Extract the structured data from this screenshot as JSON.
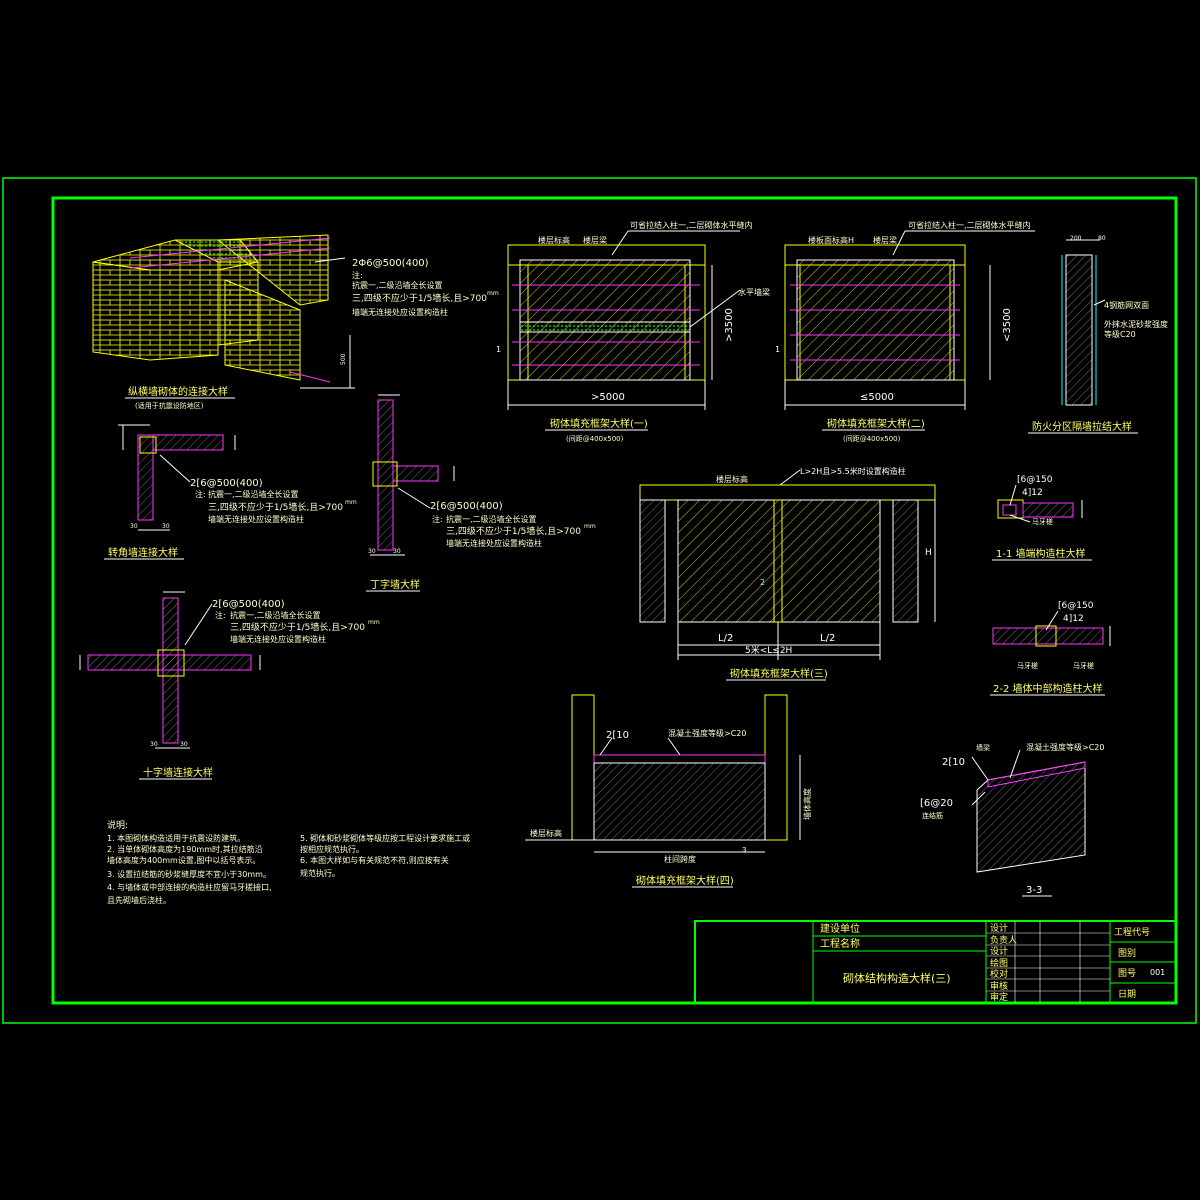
{
  "frame_color": "#00ff00",
  "colors": {
    "yellow": "#ffff00",
    "magenta": "#ff33ff",
    "white": "#ffffff",
    "cyan": "#00ffff",
    "green": "#00ff00"
  },
  "details": {
    "d1": {
      "title": "纵横墙砌体的连接大样",
      "subtitle": "(适用于抗震设防地区)",
      "rebar": "2Φ6@500(400)",
      "note_head": "注:",
      "note1": "抗震一,二级沿墙全长设置",
      "note2": "三,四级不应少于1/5墙长,且>700",
      "note2_unit": "mm",
      "note3": "墙端无连接处应设置构造柱",
      "dim": "500"
    },
    "d2": {
      "title": "砌体填充框架大样(一)",
      "subtitle": "(间距@400x500)",
      "top_l": "楼层标高",
      "top_m": "楼层梁",
      "top_r": "可省拉结入柱一,二层砌体水平缝内",
      "right_lbl": "水平墙梁",
      "dim_h": ">3500",
      "dim_w": ">5000",
      "sec": "1"
    },
    "d3": {
      "title": "砌体填充框架大样(二)",
      "subtitle": "(间距@400x500)",
      "top_l": "楼板面标高H",
      "top_m": "楼层梁",
      "top_r": "可省拉结入柱一,二层砌体水平缝内",
      "dim_h": "<3500",
      "dim_w": "≤5000",
      "sec": "1"
    },
    "d4": {
      "title": "防火分区隔墙拉结大样",
      "dim_t": "200",
      "dim_t2": "80",
      "lbl1": "4钢筋网双面",
      "lbl2": "外抹水泥砂浆强度",
      "lbl3": "等级C20"
    },
    "d5": {
      "title": "转角墙连接大样",
      "rebar": "2[6@500(400)",
      "note_head": "注:",
      "note1": "抗震一,二级沿墙全长设置",
      "note2": "三,四级不应少于1/5墙长,且>700",
      "note2_unit": "mm",
      "note3": "墙端无连接处应设置构造柱",
      "dim_a": "30",
      "dim_b": "30"
    },
    "d6": {
      "title": "丁字墙大样",
      "rebar": "2[6@500(400)",
      "note_head": "注:",
      "note1": "抗震一,二级沿墙全长设置",
      "note2": "三,四级不应少于1/5墙长,且>700",
      "note2_unit": "mm",
      "note3": "墙端无连接处应设置构造柱",
      "dim_a": "30",
      "dim_b": "30"
    },
    "d7": {
      "title": "砌体填充框架大样(三)",
      "top_l": "楼层标高",
      "top_r": "L>2H且>5.5米时设置构造柱",
      "dim_h": "H",
      "dim_l1": "L/2",
      "dim_l2": "L/2",
      "dim_total": "5米<L≤2H",
      "sec": "2"
    },
    "d8": {
      "title": "1-1 墙端构造柱大样",
      "rebar": "[6@150",
      "bar": "4]12",
      "lbl": "马牙槎"
    },
    "d9": {
      "title": "2-2 墙体中部构造柱大样",
      "rebar": "[6@150",
      "bar": "4]12",
      "lbl_l": "马牙槎",
      "lbl_r": "马牙槎"
    },
    "d10": {
      "title": "十字墙连接大样",
      "rebar": "2[6@500(400)",
      "note_head": "注:",
      "note1": "抗震一,二级沿墙全长设置",
      "note2": "三,四级不应少于1/5墙长,且>700",
      "note2_unit": "mm",
      "note3": "墙端无连接处应设置构造柱",
      "dim_a": "30",
      "dim_b": "30"
    },
    "d11": {
      "title": "砌体填充框架大样(四)",
      "rebar": "2[10",
      "lbl_top": "混凝土强度等级>C20",
      "lbl_left": "楼层标高",
      "lbl_bottom": "柱间跨度",
      "lbl_right": "墙体高度",
      "sec": "3"
    },
    "d12": {
      "title": "3-3",
      "rebar1": "2[10",
      "rebar2": "[6@20",
      "lbl_top": "混凝土强度等级>C20",
      "lbl_wall": "墙梁",
      "lbl_tie": "连结筋"
    }
  },
  "notes": {
    "heading": "说明:",
    "items": [
      "1. 本图砌体构造适用于抗震设防建筑。",
      "2. 当单体砌体高度为190mm时,其拉结筋沿",
      "   墙体高度为400mm设置,图中以括号表示。",
      "3. 设置拉结筋的砂浆缝厚度不宜小于30mm。",
      "4. 与墙体或中部连接的构造柱应留马牙槎接口,",
      "   且先砌墙后浇柱。"
    ],
    "items2": [
      "5. 砌体和砂浆砌体等级应按工程设计要求施工或",
      "   按相应规范执行。",
      "6. 本图大样如与有关规范不符,则应按有关",
      "   规范执行。"
    ]
  },
  "title_block": {
    "unit_lbl": "建设单位",
    "project_lbl": "工程名称",
    "drawing_title": "砌体结构构造大样(三)",
    "roles": [
      "设计",
      "负责人",
      "设计",
      "绘图",
      "校对",
      "审核",
      "审定"
    ],
    "code_lbl": "工程代号",
    "stage_lbl": "图别",
    "no_lbl": "图号",
    "no_val": "001",
    "date_lbl": "日期"
  }
}
